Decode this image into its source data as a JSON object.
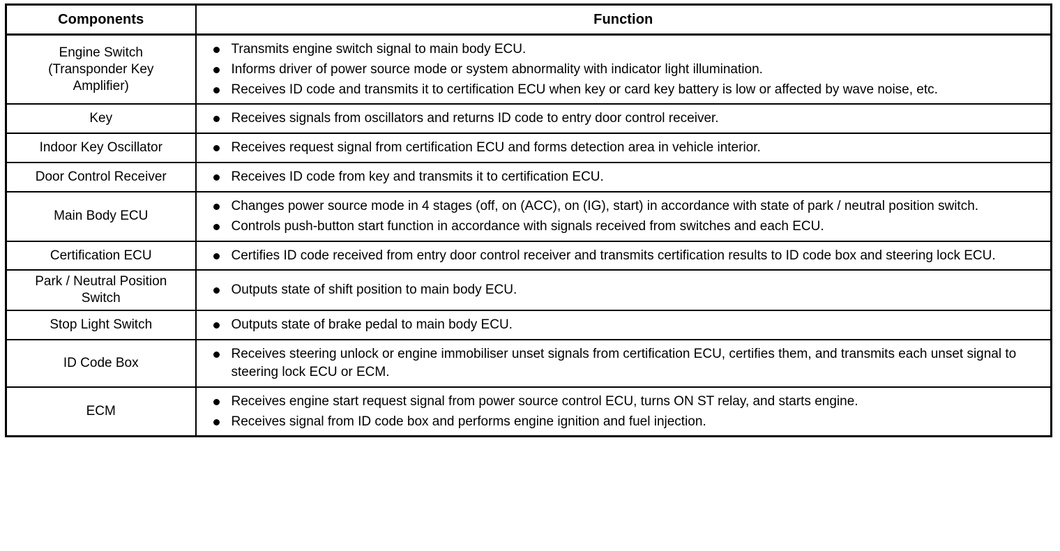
{
  "table": {
    "headers": {
      "components": "Components",
      "function": "Function"
    },
    "rows": [
      {
        "component_lines": [
          "Engine Switch",
          "(Transponder Key",
          "Amplifier)"
        ],
        "component": "Engine Switch (Transponder Key Amplifier)",
        "functions": [
          "Transmits engine switch signal to main body ECU.",
          "Informs driver of power source mode or system abnormality with indicator light illumination.",
          "Receives ID code and transmits it to certification ECU when key or card key battery is low or affected by wave noise, etc."
        ]
      },
      {
        "component_lines": [
          "Key"
        ],
        "component": "Key",
        "functions": [
          "Receives signals from oscillators and returns ID code to entry door control receiver."
        ]
      },
      {
        "component_lines": [
          "Indoor Key Oscillator"
        ],
        "component": "Indoor Key Oscillator",
        "functions": [
          "Receives request signal from certification ECU and forms detection area in vehicle interior."
        ]
      },
      {
        "component_lines": [
          "Door Control Receiver"
        ],
        "component": "Door Control Receiver",
        "functions": [
          "Receives ID code from key and transmits it to certification ECU."
        ]
      },
      {
        "component_lines": [
          "Main Body ECU"
        ],
        "component": "Main Body ECU",
        "functions": [
          "Changes power source mode in 4 stages (off, on (ACC), on (IG), start) in accordance with state of park / neutral position switch.",
          "Controls push-button start function in accordance with signals received from switches and each ECU."
        ]
      },
      {
        "component_lines": [
          "Certification ECU"
        ],
        "component": "Certification ECU",
        "functions": [
          "Certifies ID code received from entry door control receiver and transmits certification results to ID code box and steering lock ECU."
        ]
      },
      {
        "component_lines": [
          "Park / Neutral Position",
          "Switch"
        ],
        "component": "Park / Neutral Position Switch",
        "functions": [
          "Outputs state of shift position to main body ECU."
        ]
      },
      {
        "component_lines": [
          "Stop Light Switch"
        ],
        "component": "Stop Light Switch",
        "functions": [
          "Outputs state of brake pedal to main body ECU."
        ]
      },
      {
        "component_lines": [
          "ID Code Box"
        ],
        "component": "ID Code Box",
        "functions": [
          "Receives steering unlock or engine immobiliser unset signals from certification ECU, certifies them, and transmits each unset signal to steering lock ECU or ECM."
        ]
      },
      {
        "component_lines": [
          "ECM"
        ],
        "component": "ECM",
        "functions": [
          "Receives engine start request signal from power source control ECU, turns ON ST relay, and starts engine.",
          "Receives signal from ID code box and performs engine ignition and fuel injection."
        ]
      }
    ]
  },
  "colors": {
    "border": "#000000",
    "text": "#000000",
    "background": "#ffffff"
  }
}
